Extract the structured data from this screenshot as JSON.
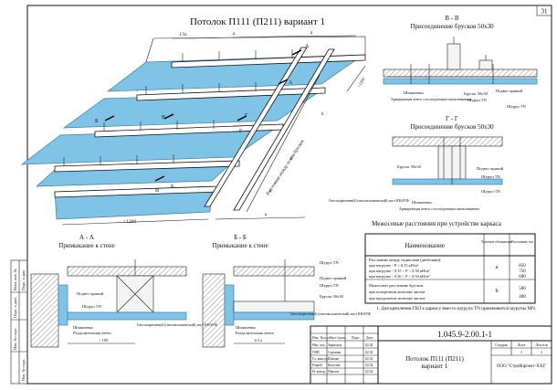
{
  "sheet_number": "31",
  "main_title": "Потолок П111 (П211) вариант 1",
  "sections": {
    "vv_letter": "В - В",
    "vv_title": "Присоединение брусков 50х30",
    "gg_letter": "Г - Г",
    "gg_title": "Присоединение брусков 50х30",
    "aa_letter": "А - А",
    "aa_title": "Примыкание к стене",
    "bb_letter": "Б - Б",
    "bb_title": "Примыкание к стене"
  },
  "section_marks": [
    "А",
    "А",
    "Б",
    "Б",
    "В",
    "В",
    "Г",
    "Г"
  ],
  "iso_labels": {
    "dim_third_a": "1/3a",
    "dim_a": "a",
    "dim_b": "b",
    "dim_1200": "<1200",
    "dim_100": "<100",
    "dim_1200_vert": "<1200",
    "spacing_label": "Расстояние между осями брусков"
  },
  "callouts": {
    "vv_suspension": "Подвес прямой",
    "vv_screw_tn_1": "Шуруп TN",
    "vv_screw_tn_2": "Шуруп TN",
    "vv_bar": "Брусок 50х30",
    "vv_putty": "Шпаклевка",
    "vv_tape": "Армирующая лента с последующим шпаклеванием",
    "gg_bar": "Брусок 50х30",
    "gg_suspension": "Подвес прямой",
    "gg_screw_tn": "Шуруп TN",
    "gg_screw_tn_2": "Шуруп TN",
    "gg_gkl": "Гипсокартонный (гипсоволокнистый) лист КНАУФ",
    "gg_putty": "Шпаклевка",
    "gg_tape": "Армирующая лента с последующим шпаклеванием",
    "aa_suspension": "Подвес прямой",
    "aa_screw_tn": "Шуруп TN",
    "aa_putty": "Шпаклевка",
    "aa_sep_tape": "Разделительная лента",
    "aa_gkl": "Гипсокартонный (гипсоволокнистый) лист КНАУФ",
    "aa_dim": "< 100",
    "bb_screw_tn_1": "Шуруп TN",
    "bb_suspension": "Подвес прямой",
    "bb_screw_tn_2": "Шуруп TN",
    "bb_bar": "Брусок 50х30",
    "bb_putty": "Шпаклевка",
    "bb_sep_tape": "Разделительная лента",
    "bb_gkl": "Гипсокартонный (гипсоволокнистый) лист КНАУФ",
    "bb_dim": "1/3 a"
  },
  "spacing_table": {
    "title": "Межосевые расстояния при устройстве каркаса",
    "headers": [
      "Наименование",
      "Условное обозначение",
      "Расстояние, мм"
    ],
    "rows": [
      {
        "name_lines": [
          "Расстояние между подвесами (дюбелями):",
          "при нагрузке -        P < 0,15 кН/м²",
          "при нагрузке -  0,15 < P < 0,30 кН/м²",
          "при нагрузке -  0,30 < P < 0,50 кН/м²"
        ],
        "symbol": "a",
        "values": [
          "850",
          "750",
          "600"
        ]
      },
      {
        "name_lines": [
          "Межосевое расстояние брусков:",
          "при поперечном монтаже листов",
          "при продольном монтаже листов"
        ],
        "symbol": "b",
        "values": [
          "500",
          "400"
        ]
      }
    ]
  },
  "note": "1. Для крепления ГВЛ к каркасу вместо шурупа TN применяются шурупы MN.",
  "title_block": {
    "doc_code": "1.045.9-2.00.1-1",
    "title_lines": [
      "Потолок П111 (П211)",
      "вариант 1"
    ],
    "stage_labels": [
      "Стадия",
      "Лист",
      "Листов"
    ],
    "stage_values": [
      "",
      "1",
      "1"
    ],
    "org": "ООО \"Стройпроект-ХХI\"",
    "change_header": [
      "Изм.",
      "Кол.уч",
      "Лист",
      "№док.",
      "Подп.",
      "Дата"
    ],
    "signers": [
      {
        "role": "Нач. отд.",
        "name": "Зарипзун",
        "date": "02.02"
      },
      {
        "role": "ГИП",
        "name": "Сорокин",
        "date": "02.02"
      },
      {
        "role": "Гл. констр.",
        "name": "Шишко",
        "date": "02.02"
      },
      {
        "role": "Разраб.",
        "name": "Киселев",
        "date": "02.02"
      },
      {
        "role": "Н. контр.",
        "name": "Павлов",
        "date": "02.02"
      }
    ]
  },
  "side_stamp": [
    "Взам. инв. №",
    "Подп. и дата",
    "Инв. № подл.",
    "Подп. и дата",
    "Инв. № подл."
  ]
}
